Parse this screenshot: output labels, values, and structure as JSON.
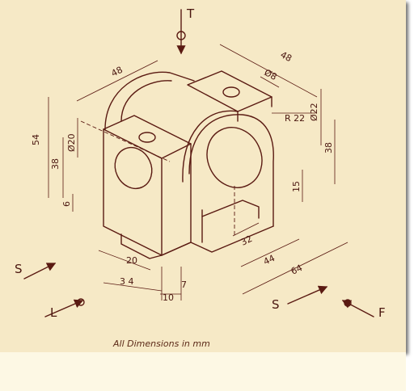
{
  "views": {
    "top": "T",
    "side_left": "S",
    "side_bottom": "S",
    "left": "L",
    "front": "F"
  },
  "dimensions": {
    "d48_left": "48",
    "d48_right": "48",
    "d54": "54",
    "d38_left": "38",
    "d6": "6",
    "dia20": "Ø20",
    "dia8": "Ø8",
    "r22": "R 22",
    "dia22": "Ø22",
    "d38_right": "38",
    "d15": "15",
    "d32": "32",
    "d44": "44",
    "d64": "64",
    "d20": "20",
    "d34": "3 4",
    "d10": "10",
    "d7": "7"
  },
  "caption": "All Dimensions in mm",
  "colors": {
    "paper": "#f6e9c6",
    "ink": "#5a1a12",
    "strip": "#fdf8e4"
  }
}
